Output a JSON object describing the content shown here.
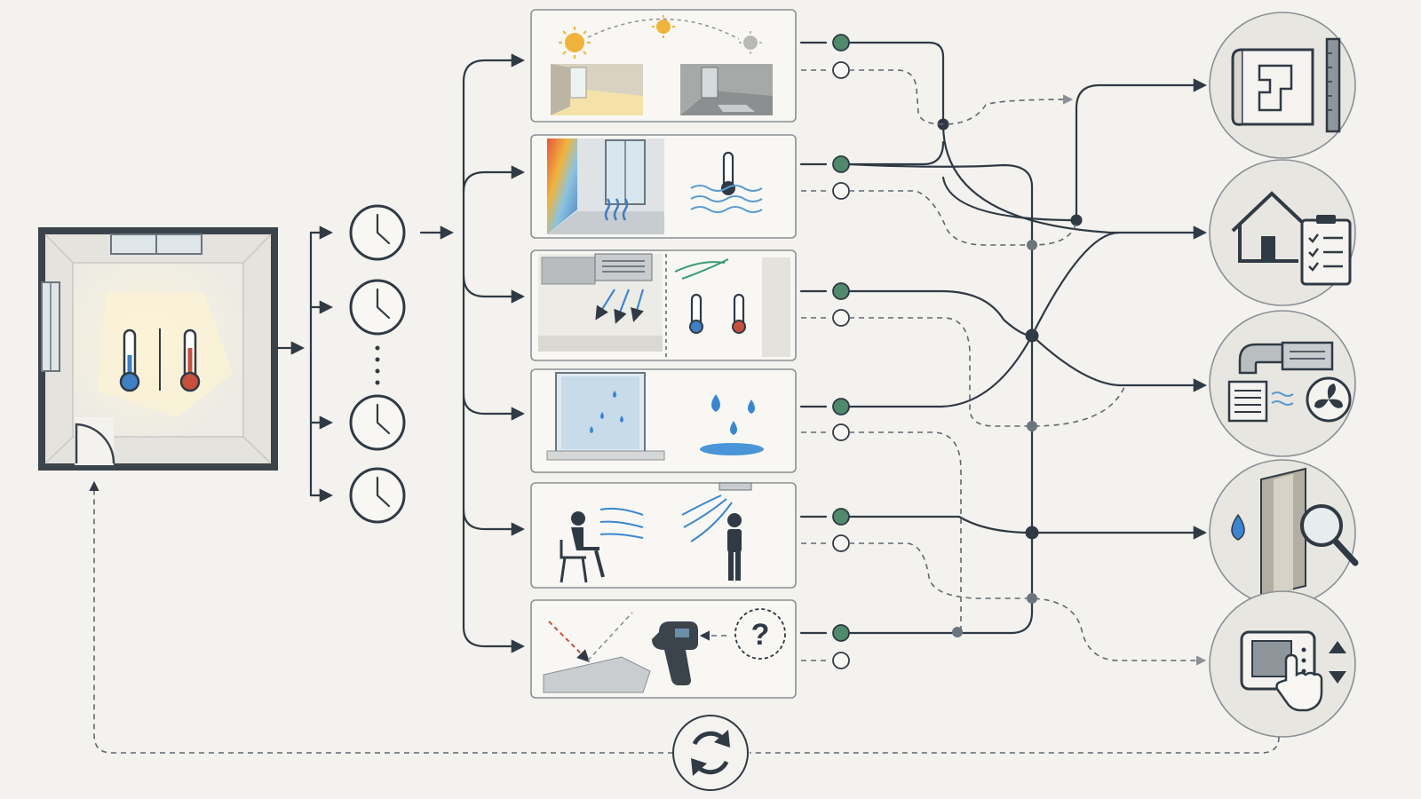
{
  "diagram": {
    "room": {
      "thermometers": [
        "cold-thermometer",
        "warm-thermometer"
      ]
    },
    "timeline": {
      "clocks": 4,
      "ellipsis": true
    },
    "scenarios": [
      {
        "id": "solar-gain"
      },
      {
        "id": "cold-wall-radiation"
      },
      {
        "id": "supply-air-drafts"
      },
      {
        "id": "window-condensation"
      },
      {
        "id": "occupant-airflow"
      },
      {
        "id": "surface-temperature-measurement",
        "question_mark": "?"
      }
    ],
    "outputs": [
      {
        "id": "floor-plan-measure"
      },
      {
        "id": "home-checklist"
      },
      {
        "id": "hvac-equipment"
      },
      {
        "id": "wall-moisture-inspection"
      },
      {
        "id": "thermostat-control"
      }
    ],
    "colors": {
      "ink": "#2f3a45",
      "active_dot": "#4e8a6b",
      "cold": "#3f7fc4",
      "warm": "#c6503a",
      "sun": "#f0b43c",
      "water": "#3b86d1",
      "background": "#f3f2ee"
    },
    "loop": {
      "icon": "refresh-icon"
    }
  }
}
